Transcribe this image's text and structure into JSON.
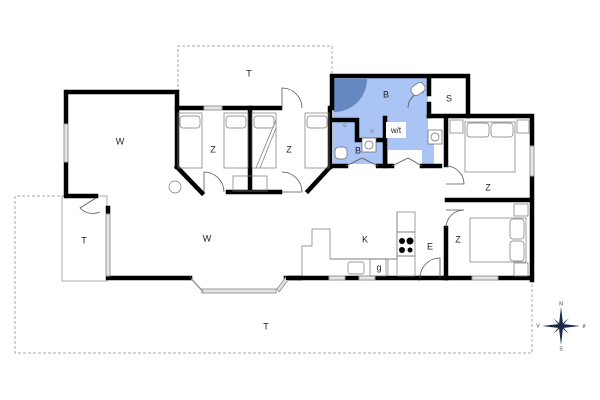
{
  "floorplan": {
    "colors": {
      "wall": "#000000",
      "bathroom_fill": "#aac4f5",
      "shower_fill": "#6688c0",
      "window": "#bbbbbb",
      "terrace_dash": "#aaaaaa",
      "furniture": "#666666"
    },
    "rooms": [
      {
        "id": "terrace-north",
        "label": "T"
      },
      {
        "id": "living-room-north",
        "label": "W"
      },
      {
        "id": "bedroom-1",
        "label": "Z"
      },
      {
        "id": "bedroom-2",
        "label": "Z"
      },
      {
        "id": "bathroom-main",
        "label": "B"
      },
      {
        "id": "bathroom-small",
        "label": "B"
      },
      {
        "id": "washer-dryer",
        "label": "w/t"
      },
      {
        "id": "storage",
        "label": "S"
      },
      {
        "id": "bedroom-3",
        "label": "Z"
      },
      {
        "id": "bedroom-4",
        "label": "Z"
      },
      {
        "id": "living-room-main",
        "label": "W"
      },
      {
        "id": "kitchen",
        "label": "K"
      },
      {
        "id": "dishwasher",
        "label": "g"
      },
      {
        "id": "entrance",
        "label": "E"
      },
      {
        "id": "terrace-west",
        "label": "T"
      },
      {
        "id": "terrace-south",
        "label": "T"
      }
    ],
    "compass": {
      "n": "N",
      "s": "S",
      "e": "ø",
      "w": "V"
    }
  }
}
